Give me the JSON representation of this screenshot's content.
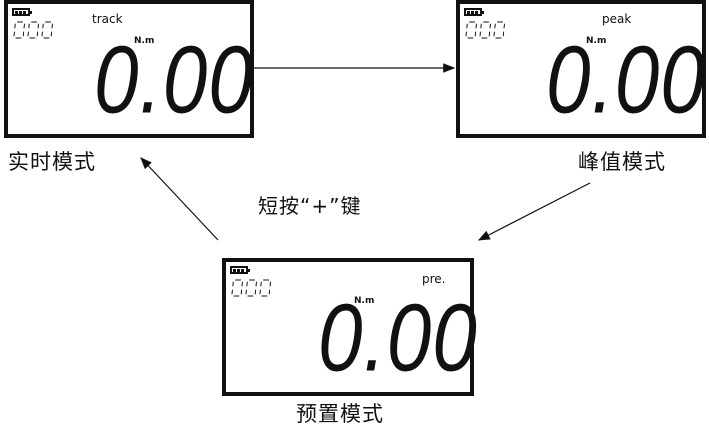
{
  "displays": [
    {
      "id": "realtime",
      "mode": "track",
      "unit": "N.m",
      "value": "0.00",
      "counter": "000",
      "caption": "实时模式"
    },
    {
      "id": "peak",
      "mode": "peak",
      "unit": "N.m",
      "value": "0.00",
      "counter": "000",
      "caption": "峰值模式"
    },
    {
      "id": "preset",
      "mode": "pre.",
      "unit": "N.m",
      "value": "0.00",
      "counter": "000",
      "caption": "预置模式"
    }
  ],
  "instruction": "短按“+”键",
  "icons": {
    "battery": "battery-full-icon"
  },
  "colors": {
    "ink": "#111111",
    "background": "#ffffff"
  }
}
